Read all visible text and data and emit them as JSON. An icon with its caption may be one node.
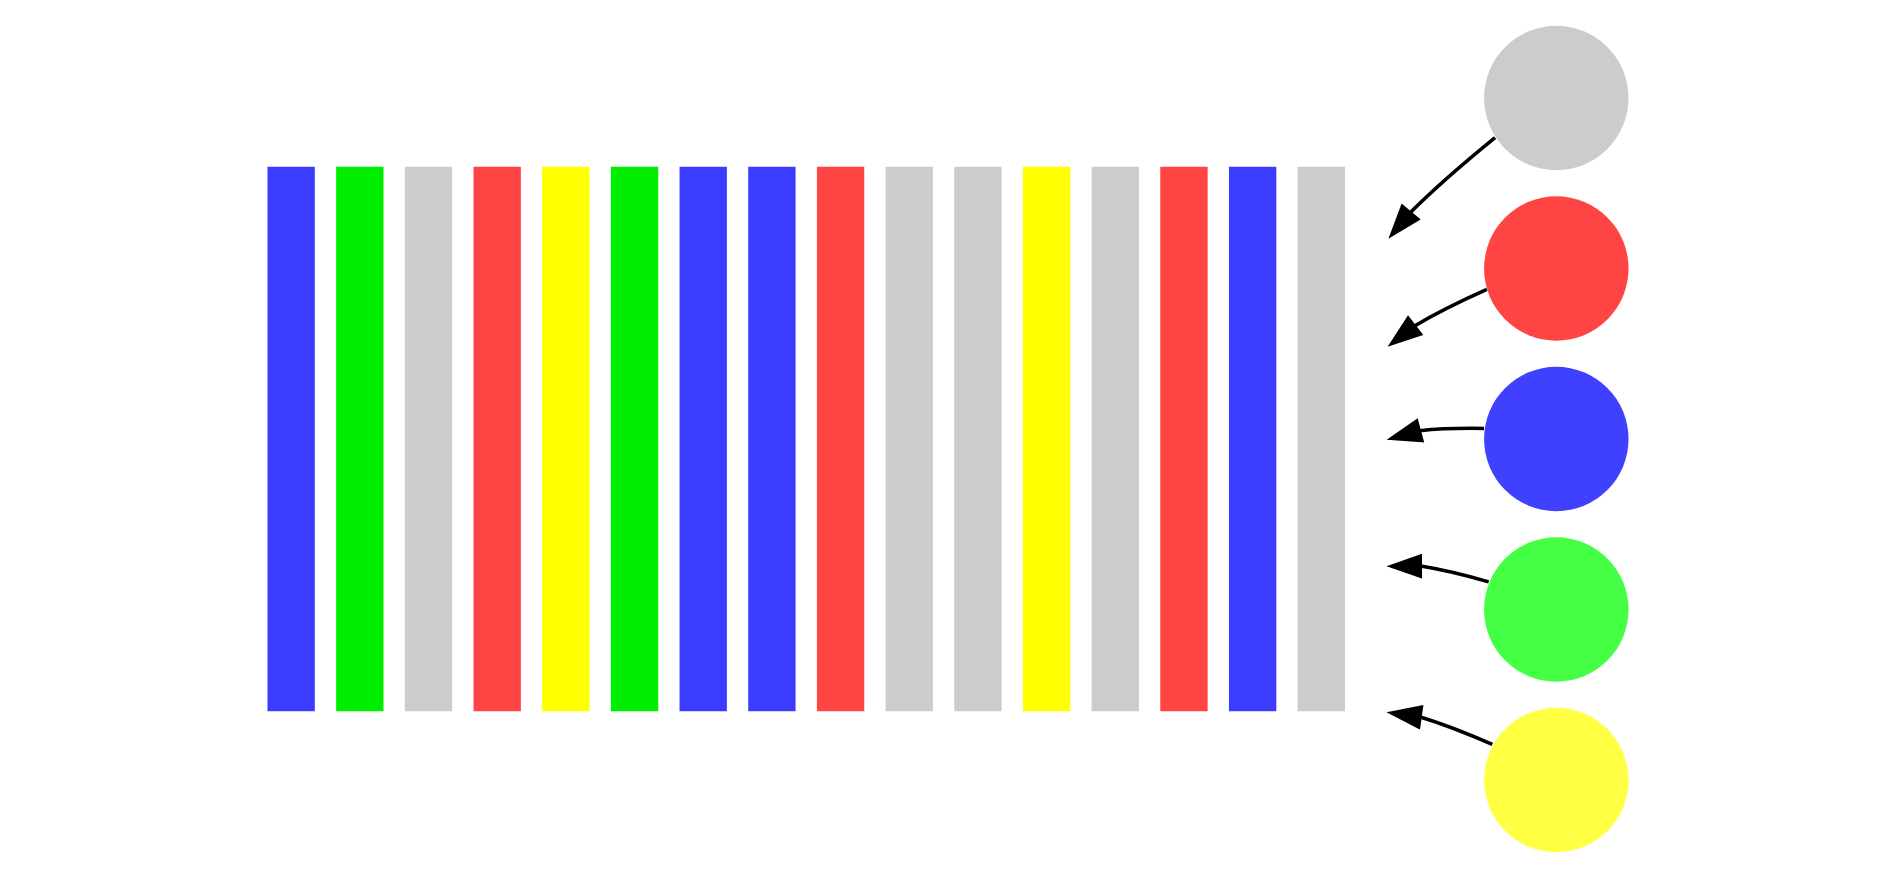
{
  "diagram": {
    "nodes": [
      {
        "text": [],
        "shape": "bar"
      },
      {
        "text": [],
        "shape": "bar"
      },
      {
        "text": [],
        "shape": "bar"
      },
      {
        "text": [],
        "shape": "bar"
      },
      {
        "text": [],
        "shape": "bar"
      },
      {
        "text": [],
        "shape": "bar"
      },
      {
        "text": [],
        "shape": "bar"
      },
      {
        "text": [],
        "shape": "bar"
      },
      {
        "text": [],
        "shape": "bar"
      },
      {
        "text": [],
        "shape": "bar"
      },
      {
        "text": [],
        "shape": "bar"
      },
      {
        "text": [],
        "shape": "bar"
      },
      {
        "text": [],
        "shape": "bar"
      },
      {
        "text": [],
        "shape": "bar"
      },
      {
        "text": [],
        "shape": "bar"
      },
      {
        "text": [],
        "shape": "bar"
      },
      {
        "text": [],
        "shape": "circle"
      },
      {
        "text": [],
        "shape": "circle"
      },
      {
        "text": [],
        "shape": "circle"
      },
      {
        "text": [],
        "shape": "circle"
      },
      {
        "text": [],
        "shape": "circle"
      }
    ],
    "edges": [
      {
        "from": 16,
        "to": null,
        "arrow": "to"
      },
      {
        "from": 17,
        "to": null,
        "arrow": "to"
      },
      {
        "from": 18,
        "to": null,
        "arrow": "to"
      },
      {
        "from": 19,
        "to": null,
        "arrow": "to"
      },
      {
        "from": 20,
        "to": null,
        "arrow": "to"
      }
    ]
  }
}
